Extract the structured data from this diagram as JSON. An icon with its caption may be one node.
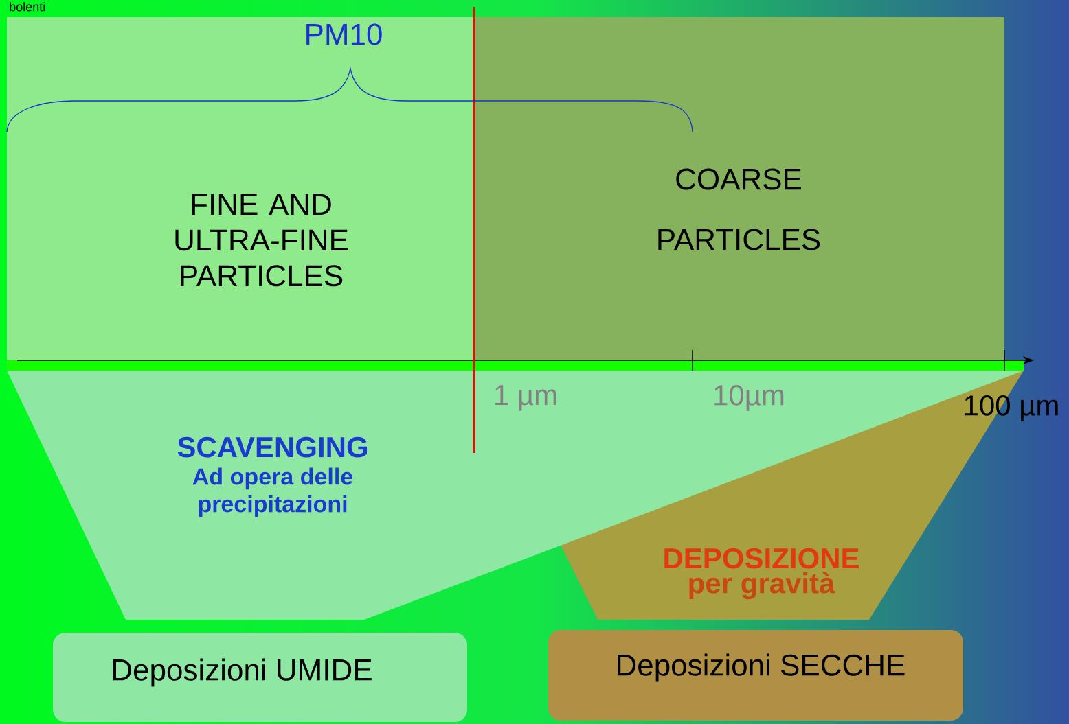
{
  "diagram": {
    "nodes": [
      {
        "text": [
          "FINE AND ULTRA-FINE PARTICLES"
        ]
      },
      {
        "text": [
          "COARSE PARTICLES"
        ]
      },
      {
        "text": [
          "SCAVENGING",
          "Ad opera delle precipitazioni"
        ]
      },
      {
        "text": [
          "DEPOSIZIONE",
          "per gravità"
        ]
      },
      {
        "text": [
          "Deposizioni UMIDE"
        ]
      },
      {
        "text": [
          "Deposizioni SECCHE"
        ]
      }
    ],
    "labels": [
      "bolenti",
      "PM10",
      "1 µm",
      "10µm",
      "100 µm"
    ]
  }
}
